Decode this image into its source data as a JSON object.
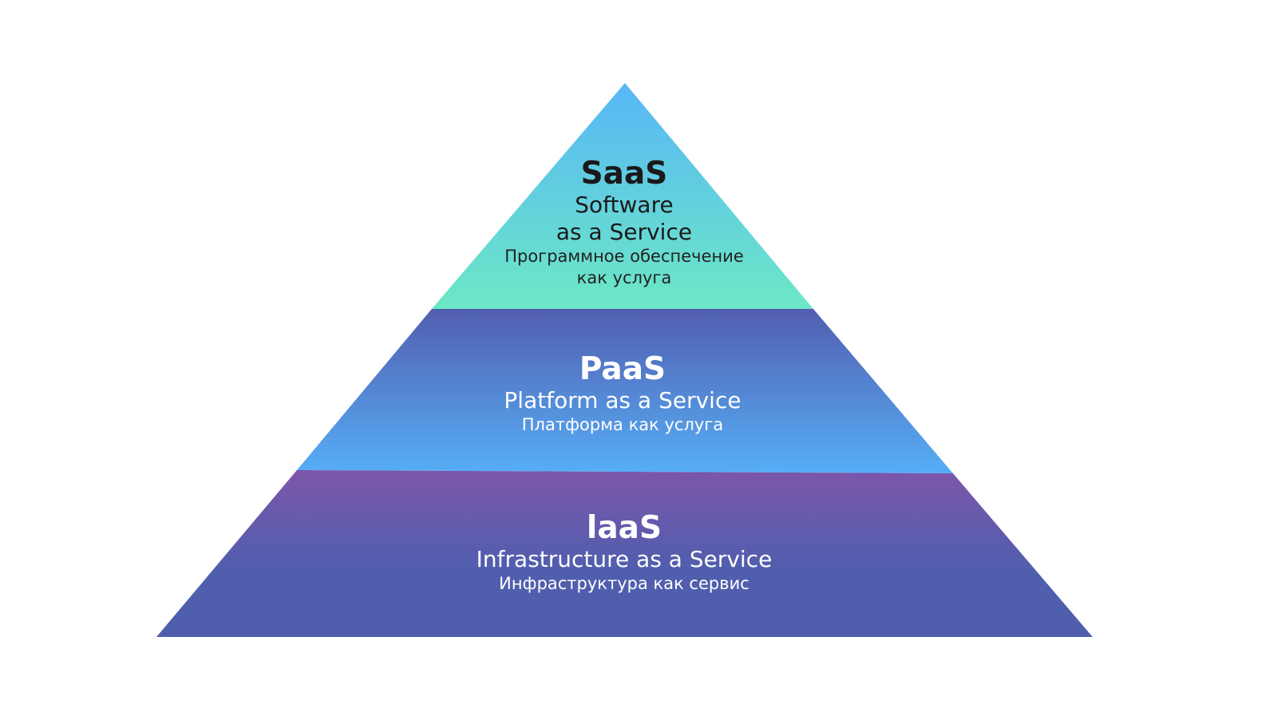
{
  "pyramid": {
    "layers": [
      {
        "id": "saas",
        "title": "SaaS",
        "subtitle_lines": [
          "Software",
          "as a Service"
        ],
        "ru_lines": [
          "Программное обеспечение",
          "как услуга"
        ],
        "gradient": [
          "#58b6f6",
          "#6ce8c6"
        ]
      },
      {
        "id": "paas",
        "title": "PaaS",
        "subtitle_lines": [
          "Platform as a Service"
        ],
        "ru_lines": [
          "Платформа как услуга"
        ],
        "gradient": [
          "#525eb0",
          "#56aef6"
        ]
      },
      {
        "id": "iaas",
        "title": "laaS",
        "subtitle_lines": [
          "Infrastructure as a Service"
        ],
        "ru_lines": [
          "Инфраструктура как сервис"
        ],
        "gradient": [
          "#7c56aa",
          "#505eae"
        ]
      }
    ]
  }
}
